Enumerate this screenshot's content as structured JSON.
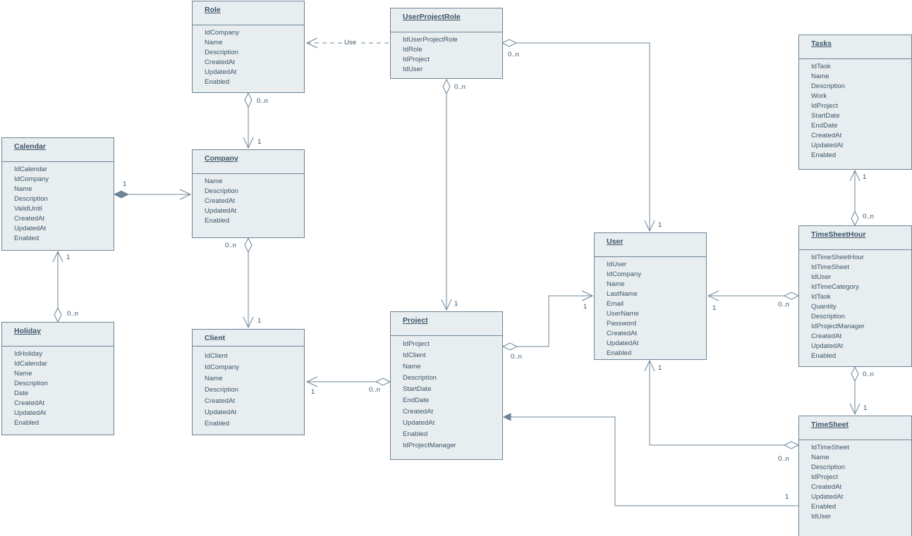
{
  "entities": {
    "role": {
      "name": "Role",
      "attributes": [
        "IdCompany",
        "Name",
        "Description",
        "CreatedAt",
        "UpdatedAt",
        "Enabled"
      ]
    },
    "user_project_role": {
      "name": "UserProjectRole",
      "attributes": [
        "IdUserProjectRole",
        "IdRole",
        "IdProject",
        "IdUser"
      ]
    },
    "tasks": {
      "name": "Tasks",
      "attributes": [
        "IdTask",
        "Name",
        "Description",
        "Work",
        "IdProject",
        "StartDate",
        "EndDate",
        "CreatedAt",
        "UpdatedAt",
        "Enabled"
      ]
    },
    "calendar": {
      "name": "Calendar",
      "attributes": [
        "IdCalendar",
        "IdCompany",
        "Name",
        "Description",
        "ValidUntil",
        "CreatedAt",
        "UpdatedAt",
        "Enabled"
      ]
    },
    "company": {
      "name": "Company",
      "attributes": [
        "Name",
        "Description",
        "CreatedAt",
        "UpdatedAt",
        "Enabled"
      ]
    },
    "user": {
      "name": "User",
      "attributes": [
        "IdUser",
        "IdCompany",
        "Name",
        "LastName",
        "Email",
        "UserName",
        "Password",
        "CreatedAt",
        "UpdatedAt",
        "Enabled"
      ]
    },
    "time_sheet_hour": {
      "name": "TimeSheetHour",
      "attributes": [
        "IdTimeSheetHour",
        "IdTimeSheet",
        "IdUser",
        "IdTimeCategory",
        "IdTask",
        "Quantity",
        "Description",
        "IdProjectManager",
        "CreatedAt",
        "UpdatedAt",
        "Enabled"
      ]
    },
    "holiday": {
      "name": "Holiday",
      "attributes": [
        "IdHoliday",
        "IdCalendar",
        "Name",
        "Description",
        "Date",
        "CreatedAt",
        "UpdatedAt",
        "Enabled"
      ]
    },
    "client": {
      "name": "Client",
      "attributes": [
        "IdClient",
        "IdCompany",
        "Name",
        "Description",
        "CreatedAt",
        "UpdatedAt",
        "Enabled"
      ]
    },
    "project": {
      "name": "Project",
      "attributes": [
        "IdProject",
        "IdClient",
        "Name",
        "Description",
        "StartDate",
        "EndDate",
        "CreatedAt",
        "UpdatedAt",
        "Enabled",
        "IdProjectManager"
      ]
    },
    "time_sheet": {
      "name": "TimeSheet",
      "attributes": [
        "IdTimeSheet",
        "Name",
        "Description",
        "IdProject",
        "CreatedAt",
        "UpdatedAt",
        "Enabled",
        "IdUser"
      ]
    }
  },
  "relationship_labels": {
    "use": "Use",
    "role_company_many": "0..n",
    "role_company_one": "1",
    "upr_user_many": "0..n",
    "upr_user_one": "1",
    "upr_project_many": "0..n",
    "upr_project_one": "1",
    "calendar_company_one": "1",
    "calendar_holiday_one": "1",
    "calendar_holiday_many": "0..n",
    "company_client_many": "0..n",
    "company_client_one": "1",
    "client_project_one": "1",
    "client_project_many": "0..n",
    "project_user_many": "0..n",
    "project_user_one": "1",
    "tasks_tsh_one": "1",
    "tasks_tsh_many": "0..n",
    "user_tsh_one": "1",
    "user_tsh_many": "0..n",
    "tsh_ts_many": "0..n",
    "tsh_ts_one": "1",
    "user_ts_one": "1",
    "user_ts_many": "0..n",
    "project_ts_one": "1"
  },
  "colors": {
    "stroke": "#6d8496",
    "fill": "#e8edf0",
    "text": "#3c5568"
  }
}
